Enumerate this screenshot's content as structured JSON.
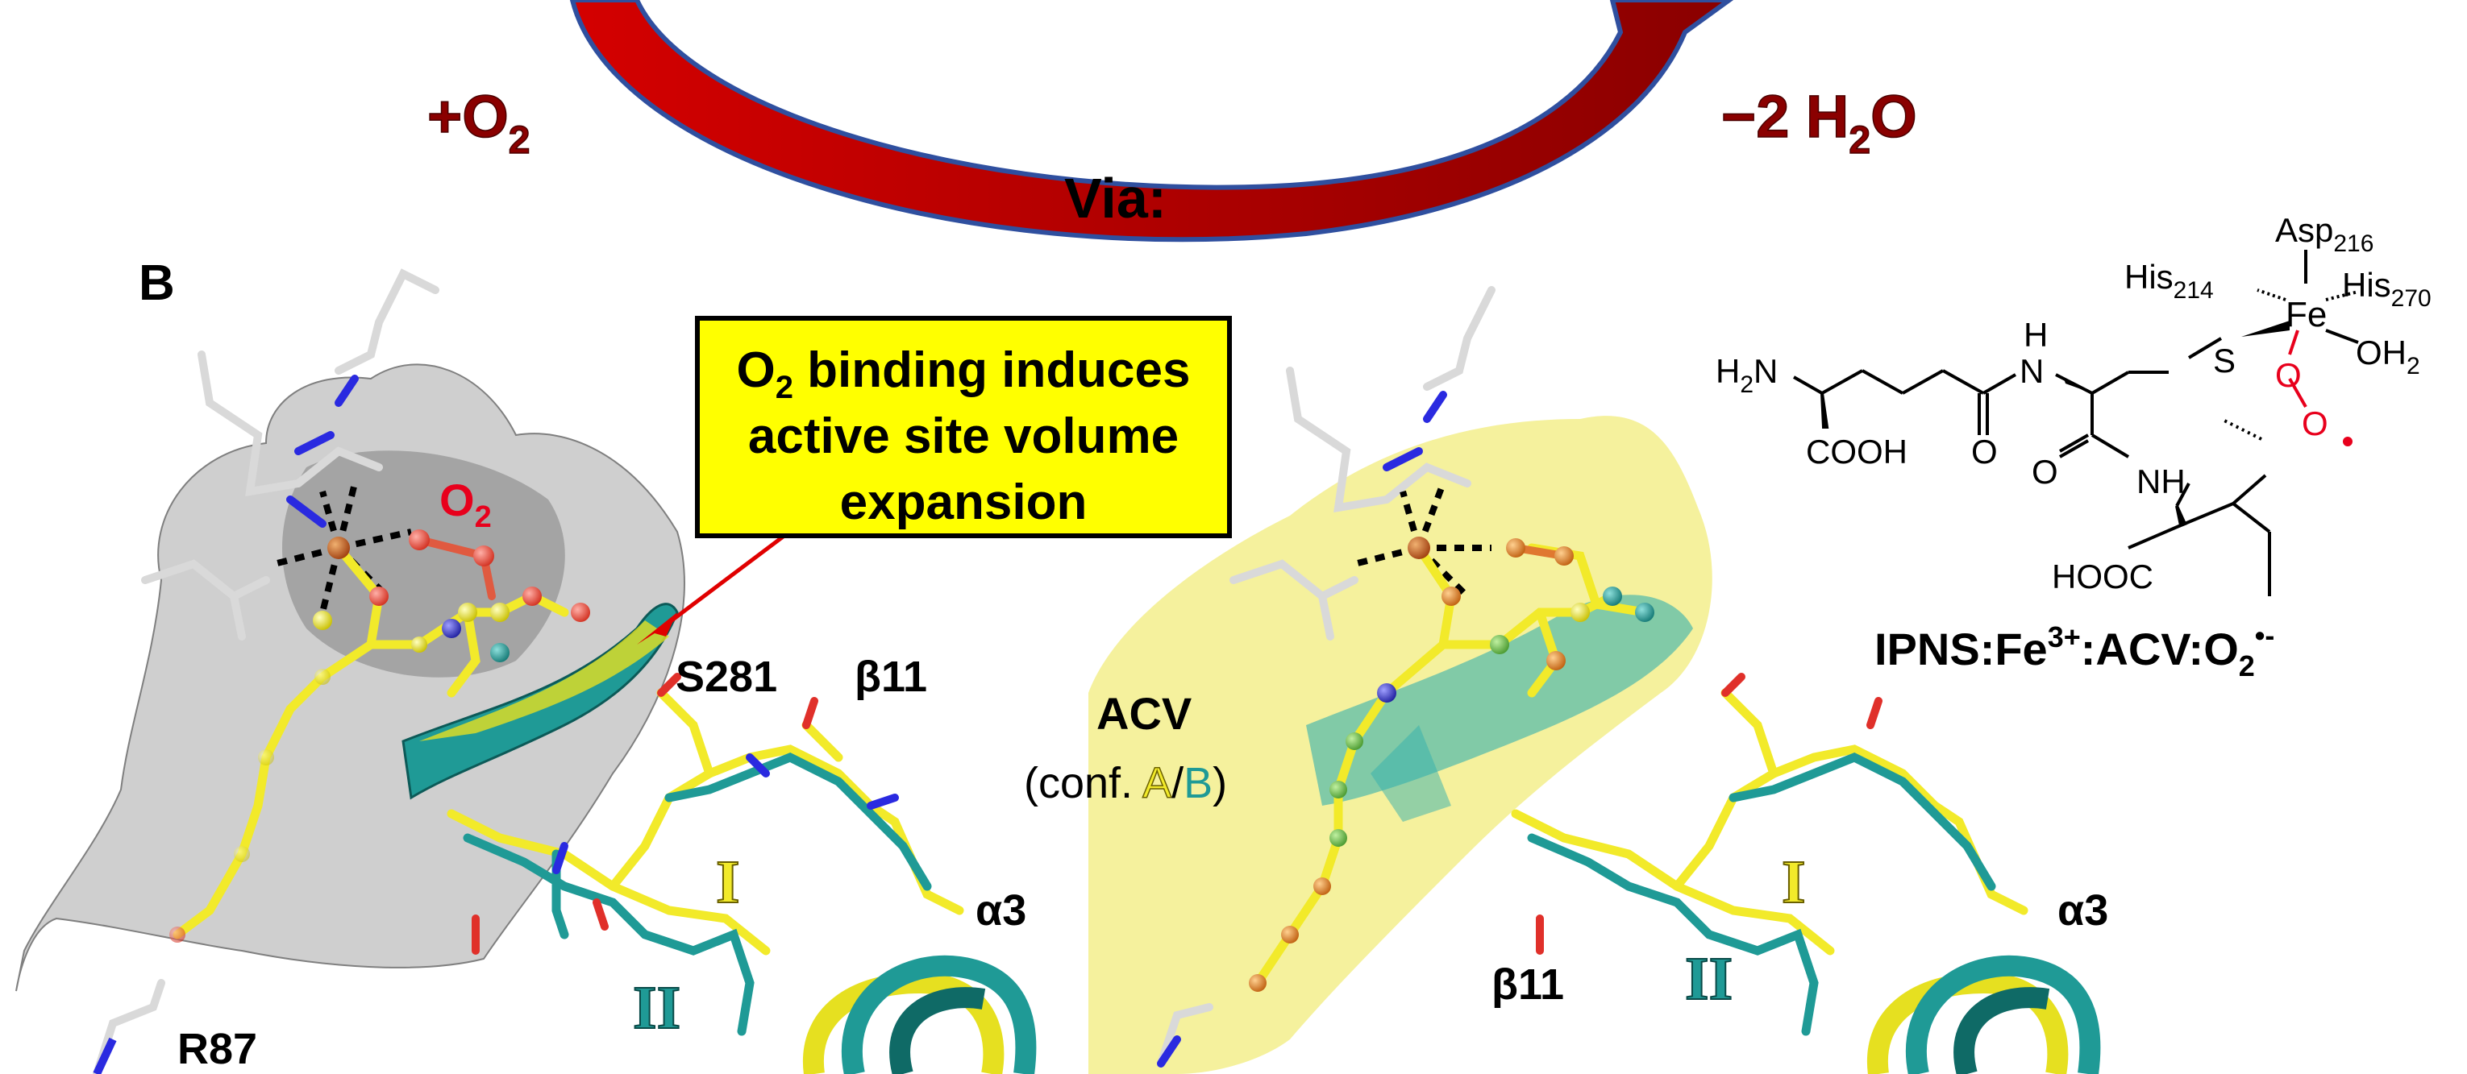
{
  "top": {
    "plus_o2": "+O",
    "plus_o2_sub": "2",
    "minus_h2o_prefix": "−2 H",
    "minus_h2o_sub": "2",
    "minus_h2o_suffix": "O",
    "via": "Via:"
  },
  "panel_b": {
    "panel_label": "B",
    "o2_label": "O",
    "o2_sub": "2",
    "callout_line1_a": "O",
    "callout_line1_sub": "2",
    "callout_line1_b": " binding induces",
    "callout_line2": "active site volume",
    "callout_line3": "expansion",
    "s281": "S281",
    "beta11_left": "β11",
    "alpha3_left": "α3",
    "r87": "R87",
    "roman_one_left": "I",
    "roman_two_left": "II"
  },
  "panel_right": {
    "acv": "ACV",
    "conf_prefix": "(conf. ",
    "conf_a": "A",
    "conf_slash": "/",
    "conf_b": "B",
    "conf_suffix": ")",
    "beta11_right": "β11",
    "alpha3_right": "α3",
    "roman_one_right": "I",
    "roman_two_right": "II"
  },
  "structure": {
    "asp": "Asp",
    "asp_sub": "216",
    "his214": "His",
    "his214_sub": "214",
    "his270": "His",
    "his270_sub": "270",
    "fe": "Fe",
    "oh2": "OH",
    "oh2_sub": "2",
    "h2n": "H",
    "h2n_sub": "2",
    "h2n_n": "N",
    "cooh": "COOH",
    "o1": "O",
    "h_nh": "H",
    "n_nh": "N",
    "s": "S",
    "o_red1": "O",
    "o_red2": "O",
    "o2": "O",
    "nh": "NH",
    "hooc": "HOOC",
    "caption_a": "IPNS:Fe",
    "caption_sup": "3+",
    "caption_b": ":ACV:O",
    "caption_sub": "2",
    "caption_sup2": "•-"
  },
  "colors": {
    "arrow_red": "#b00000",
    "arrow_outline": "#2f4f9f",
    "callout_fill": "#ffff00",
    "label_red": "#7a0000",
    "teal": "#1f9a96",
    "yellow_stick": "#f2ea2a",
    "gray_surface": "#9a9a9a",
    "yellow_surface": "#f3ee8c",
    "o_red": "#e8001c"
  }
}
